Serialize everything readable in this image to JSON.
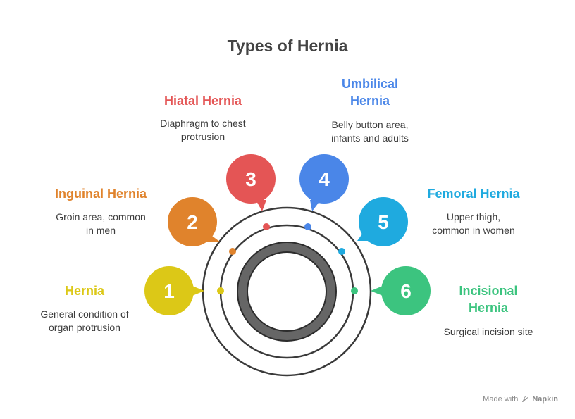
{
  "title": "Types of Hernia",
  "items": [
    {
      "number": "1",
      "name": "Hernia",
      "description": "General condition of\norgan protrusion",
      "color": "#DCC817"
    },
    {
      "number": "2",
      "name": "Inguinal Hernia",
      "description": "Groin area, common\nin men",
      "color": "#E0832C"
    },
    {
      "number": "3",
      "name": "Hiatal Hernia",
      "description": "Diaphragm to chest\nprotrusion",
      "color": "#E45555"
    },
    {
      "number": "4",
      "name": "Umbilical\nHernia",
      "description": "Belly button area,\ninfants and adults",
      "color": "#4A86E8"
    },
    {
      "number": "5",
      "name": "Femoral Hernia",
      "description": "Upper thigh,\ncommon in women",
      "color": "#1FAADF"
    },
    {
      "number": "6",
      "name": "Incisional\nHernia",
      "description": "Surgical incision site",
      "color": "#3CC47F"
    }
  ],
  "footer": {
    "made_with": "Made with",
    "brand": "Napkin"
  }
}
